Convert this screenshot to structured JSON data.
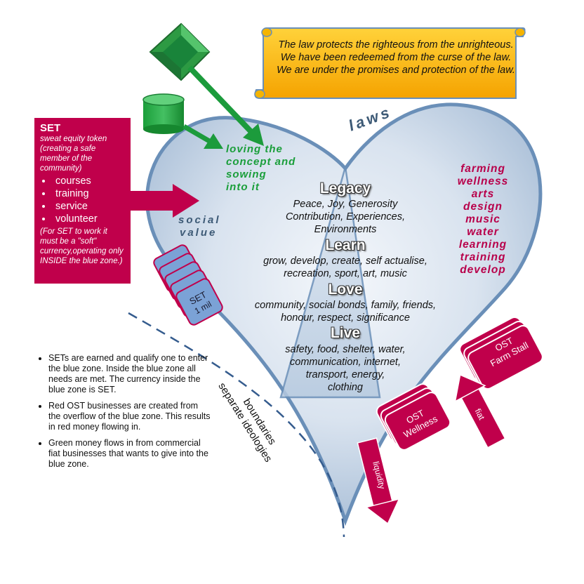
{
  "scroll": {
    "text": "The law protects the righteous from the unrighteous. We have been redeemed from the curse of the law. We are under the promises and protection of the law."
  },
  "laws_label": "laws",
  "set_box": {
    "title": "SET",
    "subtitle": "sweat equity token (creating a safe member of the community)",
    "items": [
      "courses",
      "training",
      "service",
      "volunteer"
    ],
    "note": "(For SET to work it must be a \"soft\" currency,operating only INSIDE the blue zone.)"
  },
  "green_label": [
    "loving the",
    "concept and",
    "sowing",
    "into it"
  ],
  "social_label": [
    "social",
    "value"
  ],
  "right_list": [
    "farming",
    "wellness",
    "arts",
    "design",
    "music",
    "water",
    "learning",
    "training",
    "develop"
  ],
  "levels": [
    {
      "heading": "Legacy",
      "desc": [
        "Peace, Joy, Generosity",
        "Contribution, Experiences,",
        "Environments"
      ]
    },
    {
      "heading": "Learn",
      "desc": [
        "grow, develop, create, self actualise,",
        "recreation, sport, art, music"
      ]
    },
    {
      "heading": "Love",
      "desc": [
        "community, social bonds, family, friends,",
        "honour, respect, significance"
      ]
    },
    {
      "heading": "Live",
      "desc": [
        "safety, food, shelter, water,",
        "communication, internet,",
        "transport, energy,",
        "clothing"
      ]
    }
  ],
  "set_token": {
    "line1": "SET",
    "line2": "1 mil"
  },
  "boundaries": {
    "line1": "boundaries",
    "line2": "separate ideologies"
  },
  "ost_wellness": {
    "line1": "OST",
    "line2": "Wellness"
  },
  "ost_farm": {
    "line1": "OST",
    "line2": "Farm Stall"
  },
  "arrow_labels": {
    "liquidity": "liquidity",
    "fiat": "fiat"
  },
  "notes": [
    "SETs are earned and qualify one to enter the blue zone. Inside the blue zone all needs are met. The currency inside the blue zone is SET.",
    "Red OST businesses are created from the overflow of the blue zone. This results in red money flowing in.",
    "Green money flows in from commercial fiat businesses that wants to give into the blue zone."
  ],
  "colors": {
    "heart_fill": "#e4ecf5",
    "heart_stroke": "#6a8fb8",
    "crimson": "#c0004b",
    "green": "#1a9e3a",
    "scroll": "#ffc000",
    "token_blue": "#7ba2d6"
  }
}
